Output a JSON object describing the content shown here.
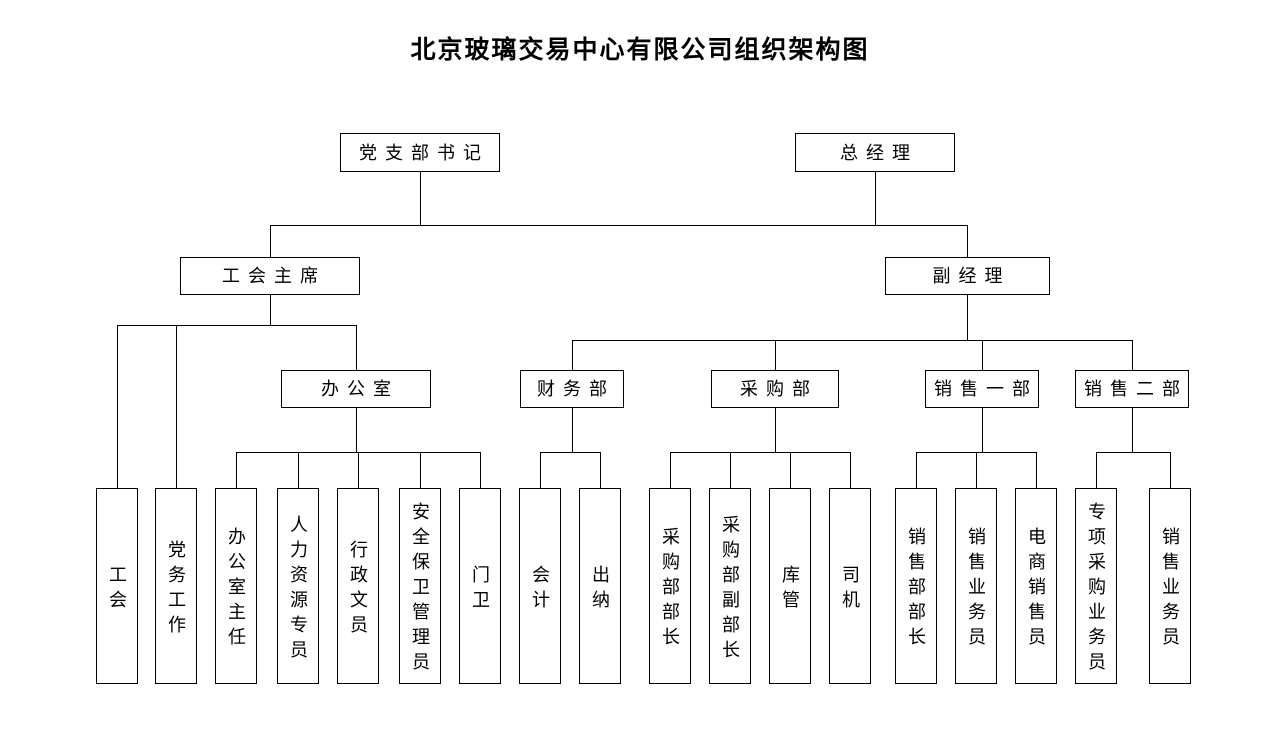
{
  "title": "北京玻璃交易中心有限公司组织架构图",
  "nodes": {
    "party_branch_secretary": "党支部书记",
    "general_manager": "总经理",
    "union_chairman": "工会主席",
    "deputy_manager": "副经理",
    "office": "办公室",
    "finance_dept": "财务部",
    "purchasing_dept": "采购部",
    "sales_dept_one": "销售一部",
    "sales_dept_two": "销售二部"
  },
  "leaves": [
    "工会",
    "党务工作",
    "办公室主任",
    "人力资源专员",
    "行政文员",
    "安全保卫管理员",
    "门卫",
    "会计",
    "出纳",
    "采购部部长",
    "采购部副部长",
    "库管",
    "司机",
    "销售部部长",
    "销售业务员",
    "电商销售员",
    "专项采购业务员",
    "销售业务员"
  ]
}
